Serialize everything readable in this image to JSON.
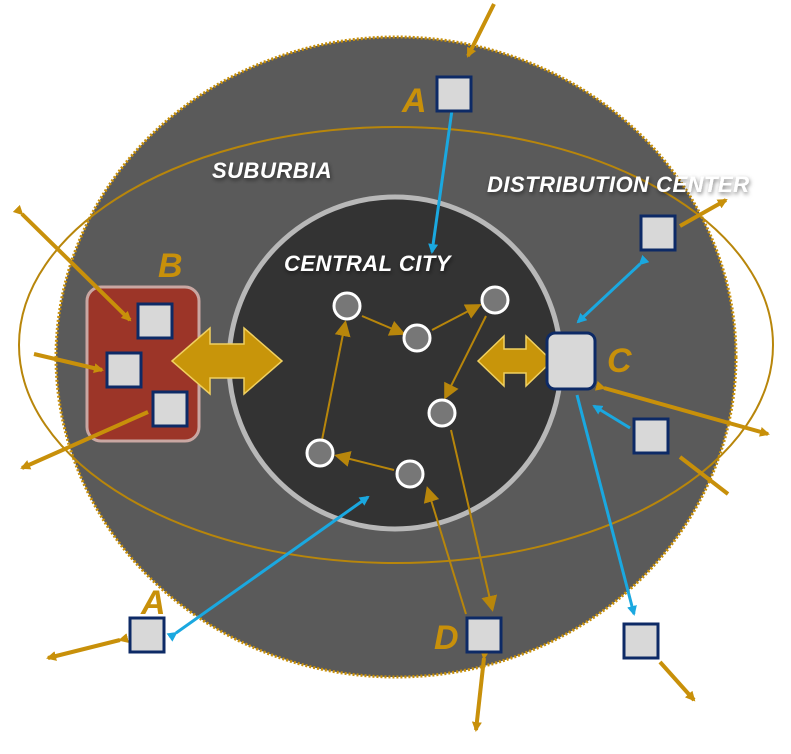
{
  "labels": {
    "suburbia": "SUBURBIA",
    "distribution_center": "DISTRIBUTION CENTER",
    "central_city": "CENTRAL CITY",
    "a_top": "A",
    "a_bottom": "A",
    "b": "B",
    "c": "C",
    "d": "D"
  },
  "colors": {
    "outer_disc": "#5a5a5a",
    "outer_rim": "#c8900a",
    "inner_disc": "#333333",
    "inner_ring": "#b8b8b8",
    "ellipse": "#b8860b",
    "block_b": "#9c3528",
    "gold_arrow": "#b8860b",
    "gold_fill": "#c8950a",
    "blue_arrow": "#1aa8e0",
    "node_fill": "#777777",
    "square_fill": "#d8d8d8",
    "square_border": "#0d2a66"
  }
}
